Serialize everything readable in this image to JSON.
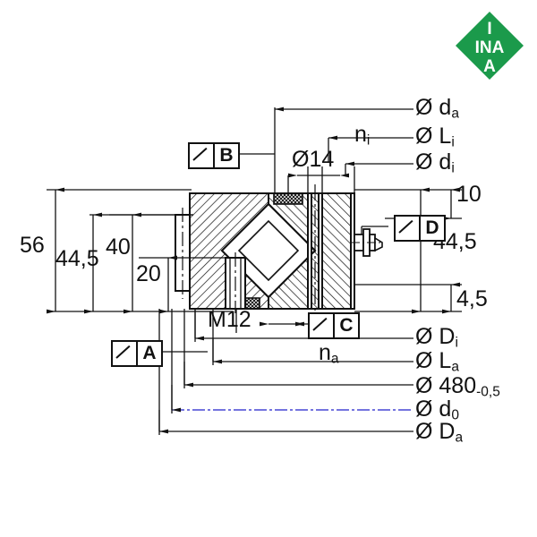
{
  "drawing": {
    "title": "INA slewing ring bearing cross-section",
    "manufacturer": "INA",
    "line_color": "#111111",
    "accent_color": "#1b9a4b",
    "highlight_color": "#2222cc"
  },
  "logo": {
    "name": "ina-logo",
    "color": "#1b9a4b",
    "letters_top": "I",
    "letters_middle": "INA",
    "letters_bottom": "A"
  },
  "datums": [
    {
      "id": "A",
      "label": "A",
      "symbol": "slash"
    },
    {
      "id": "B",
      "label": "B",
      "symbol": "slash"
    },
    {
      "id": "C",
      "label": "C",
      "symbol": "slash"
    },
    {
      "id": "D",
      "label": "D",
      "symbol": "slash"
    }
  ],
  "dimensions": {
    "left": [
      {
        "name": "dim-56",
        "value": "56"
      },
      {
        "name": "dim-44-5-left",
        "value": "44,5"
      },
      {
        "name": "dim-40",
        "value": "40"
      },
      {
        "name": "dim-20",
        "value": "20"
      }
    ],
    "right": [
      {
        "name": "dim-10",
        "value": "10"
      },
      {
        "name": "dim-44-5-right",
        "value": "44,5"
      },
      {
        "name": "dim-4-5",
        "value": "4,5"
      }
    ],
    "center": [
      {
        "name": "dim-hole-14",
        "prefix": "Ø",
        "value": "14"
      },
      {
        "name": "dim-thread-m12",
        "value": "M12"
      }
    ],
    "counts": [
      {
        "name": "count-ni",
        "base": "n",
        "sub": "i"
      },
      {
        "name": "count-na",
        "base": "n",
        "sub": "a"
      }
    ]
  },
  "diameter_labels_top": [
    {
      "name": "dia-da",
      "symbol": "Ø",
      "base": "d",
      "sub": "a"
    },
    {
      "name": "dia-Li",
      "symbol": "Ø",
      "base": "L",
      "sub": "i"
    },
    {
      "name": "dia-di",
      "symbol": "Ø",
      "base": "d",
      "sub": "i"
    }
  ],
  "diameter_labels_bottom": [
    {
      "name": "dia-Di",
      "symbol": "Ø",
      "base": "D",
      "sub": "i"
    },
    {
      "name": "dia-La",
      "symbol": "Ø",
      "base": "L",
      "sub": "a"
    },
    {
      "name": "dia-480",
      "symbol": "Ø",
      "base": "480",
      "sub": "-0,5"
    },
    {
      "name": "dia-d0",
      "symbol": "Ø",
      "base": "d",
      "sub": "0"
    },
    {
      "name": "dia-Da",
      "symbol": "Ø",
      "base": "D",
      "sub": "a"
    }
  ]
}
